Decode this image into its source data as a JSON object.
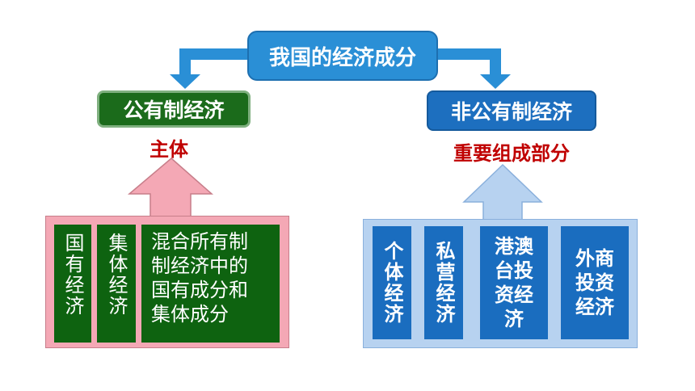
{
  "root": {
    "label": "我国的经济成分"
  },
  "public": {
    "title": "公有制经济",
    "role": "主体",
    "items": [
      {
        "label": "国有经济"
      },
      {
        "label": "集体经济"
      },
      {
        "label": "混合所有制\n制经济中的\n国有成分和\n集体成分"
      }
    ]
  },
  "nonpublic": {
    "title": "非公有制经济",
    "role": "重要组成部分",
    "items": [
      {
        "label": "个体经济"
      },
      {
        "label": "私营经济"
      },
      {
        "label": "港澳\n台投\n资经\n济"
      },
      {
        "label": "外商\n投资\n经济"
      }
    ]
  },
  "colors": {
    "root_blue": "#2a8fd6",
    "public_green": "#1b6b1b",
    "nonpublic_blue": "#1d6fbf",
    "emphasis_red": "#c00000",
    "pink_panel": "#f4a8b5",
    "light_blue_panel": "#b7d2f0"
  }
}
